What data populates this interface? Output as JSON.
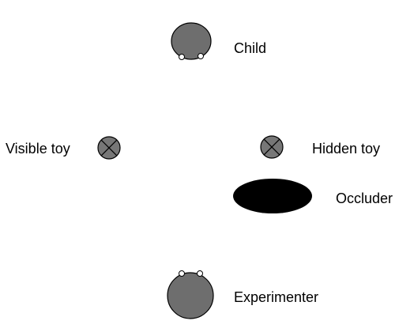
{
  "labels": {
    "child": "Child",
    "visible_toy": "Visible toy",
    "hidden_toy": "Hidden toy",
    "occluder": "Occluder",
    "experimenter": "Experimenter"
  },
  "colors": {
    "head_fill": "#6e6e6e",
    "toy_fill": "#777777",
    "occluder_fill": "#000000",
    "stroke": "#000000",
    "eye_fill": "#ffffff"
  }
}
